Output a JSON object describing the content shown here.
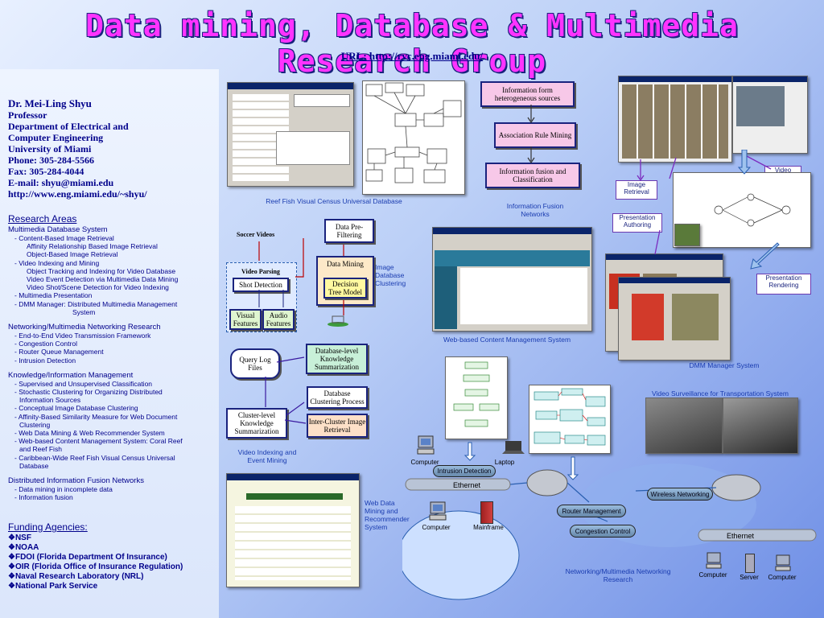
{
  "title": "Data mining, Database & Multimedia Research Group",
  "url": "URL: http://rvc.eng.miami.edu/",
  "contact": {
    "name": "Dr. Mei-Ling Shyu",
    "position": "Professor",
    "dept1": "Department of Electrical and",
    "dept2": "Computer Engineering",
    "univ": "University of Miami",
    "phone": "Phone: 305-284-5566",
    "fax": "Fax: 305-284-4044",
    "email": "E-mail: shyu@miami.edu",
    "web": "http://www.eng.miami.edu/~shyu/"
  },
  "research": {
    "heading": "Research Areas",
    "lines": [
      {
        "t": "Multimedia Database System",
        "lvl": 0
      },
      {
        "t": "- Content-Based Image Retrieval",
        "lvl": 1
      },
      {
        "t": "Affinity Relationship Based Image Retrieval",
        "lvl": 2
      },
      {
        "t": "Object-Based Image Retrieval",
        "lvl": 2
      },
      {
        "t": "- Video Indexing and Mining",
        "lvl": 1
      },
      {
        "t": "Object Tracking and Indexing for Video Database",
        "lvl": 2
      },
      {
        "t": "Video Event Detection via Multimedia Data Mining",
        "lvl": 2
      },
      {
        "t": "Video Shot/Scene Detection for Video Indexing",
        "lvl": 2
      },
      {
        "t": "- Multimedia Presentation",
        "lvl": 1
      },
      {
        "t": "- DMM Manager: Distributed Multimedia Management",
        "lvl": 1
      },
      {
        "t": "System",
        "lvl": 3
      },
      {
        "t": "",
        "lvl": 0
      },
      {
        "t": "Networking/Multimedia Networking Research",
        "lvl": 0
      },
      {
        "t": "- End-to-End Video Transmission Framework",
        "lvl": 1
      },
      {
        "t": "- Congestion Control",
        "lvl": 1
      },
      {
        "t": "- Router Queue Management",
        "lvl": 1
      },
      {
        "t": "- Intrusion Detection",
        "lvl": 1
      },
      {
        "t": "",
        "lvl": 0
      },
      {
        "t": "Knowledge/Information Management",
        "lvl": 0
      },
      {
        "t": "- Supervised and Unsupervised Classification",
        "lvl": 1
      },
      {
        "t": "- Stochastic Clustering for Organizing Distributed",
        "lvl": 1
      },
      {
        "t": "Information Sources",
        "lvl": 4
      },
      {
        "t": "- Conceptual Image Database Clustering",
        "lvl": 1
      },
      {
        "t": "- Affinity-Based Similarity Measure for Web Document",
        "lvl": 1
      },
      {
        "t": "Clustering",
        "lvl": 4
      },
      {
        "t": "- Web Data Mining & Web Recommender System",
        "lvl": 1
      },
      {
        "t": "- Web-based Content Management System: Coral Reef",
        "lvl": 1
      },
      {
        "t": "and Reef Fish",
        "lvl": 4
      },
      {
        "t": "- Caribbean-Wide Reef Fish Visual Census Universal",
        "lvl": 1
      },
      {
        "t": "Database",
        "lvl": 4
      },
      {
        "t": "",
        "lvl": 0
      },
      {
        "t": "Distributed Information Fusion Networks",
        "lvl": 0
      },
      {
        "t": "- Data mining in incomplete data",
        "lvl": 1
      },
      {
        "t": "- Information fusion",
        "lvl": 1
      }
    ]
  },
  "funding": {
    "heading": "Funding Agencies:",
    "items": [
      "❖NSF",
      "❖NOAA",
      "❖FDOI (Florida Department Of Insurance)",
      "❖OIR (Florida Office of Insurance Regulation)",
      "❖Naval Research Laboratory (NRL)",
      "❖National Park Service"
    ]
  },
  "captions": {
    "reef": "Reef Fish Visual Census Universal Database",
    "fusion": "Information Fusion Networks",
    "web_cms": "Web-based Content Management System",
    "dmm": "DMM Manager System",
    "surveillance": "Video Surveillance for Transportation System",
    "video_mining": "Video Indexing and Event Mining",
    "image_clustering": "Image Database Clustering",
    "web_mining": "Web Data Mining and Recommender System",
    "networking": "Networking/Multimedia Networking Research"
  },
  "fusion_boxes": [
    "Information form heterogeneous sources",
    "Association Rule Mining",
    "Information fusion and Classification"
  ],
  "video_boxes": {
    "soccer": "Soccer Videos",
    "parsing": "Video Parsing",
    "shot": "Shot Detection",
    "visual": "Visual Features",
    "audio": "Audio Features",
    "prefilter": "Data Pre-Filtering",
    "mining": "Data Mining",
    "tree": "Decision Tree Model"
  },
  "cluster_boxes": {
    "query": "Query Log Files",
    "dbknow": "Database-level Knowledge Summarization",
    "dbclust": "Database Clustering Process",
    "interclust": "Inter-Cluster Image Retrieval",
    "clknow": "Cluster-level Knowledge Summarization"
  },
  "dmm_labels": {
    "retrieval": "Image Retrieval",
    "browsing": "Video Browsing",
    "authoring": "Presentation Authoring",
    "rendering": "Presentation Rendering"
  },
  "network": {
    "computer": "Computer",
    "laptop": "Laptop",
    "intrusion": "Intrusion Detection",
    "ethernet": "Ethernet",
    "mainframe": "Mainframe",
    "router_mgmt": "Router Management",
    "congestion": "Congestion Control",
    "wireless": "Wireless Networking",
    "server": "Server"
  }
}
